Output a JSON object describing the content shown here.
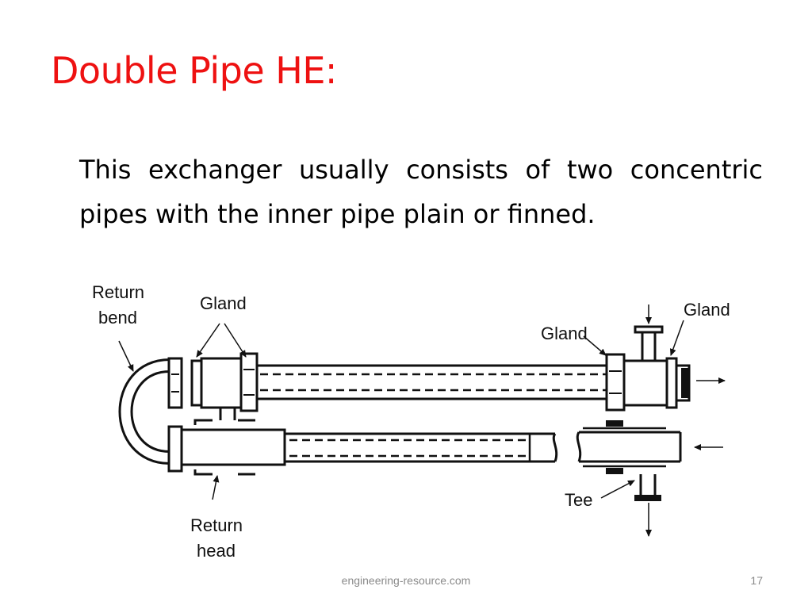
{
  "slide": {
    "title": "Double Pipe HE:",
    "body": "This exchanger usually consists of two concentric pipes with the inner pipe plain or finned.",
    "footer": "engineering-resource.com",
    "page_number": "17"
  },
  "diagram": {
    "labels": {
      "return_bend": [
        "Return",
        "bend"
      ],
      "gland_left": "Gland",
      "gland_mid": "Gland",
      "gland_right": "Gland",
      "tee": "Tee",
      "return_head": [
        "Return",
        "head"
      ]
    }
  },
  "colors": {
    "title": "#ee1111",
    "text": "#000000",
    "footer": "#8a8a8a"
  }
}
